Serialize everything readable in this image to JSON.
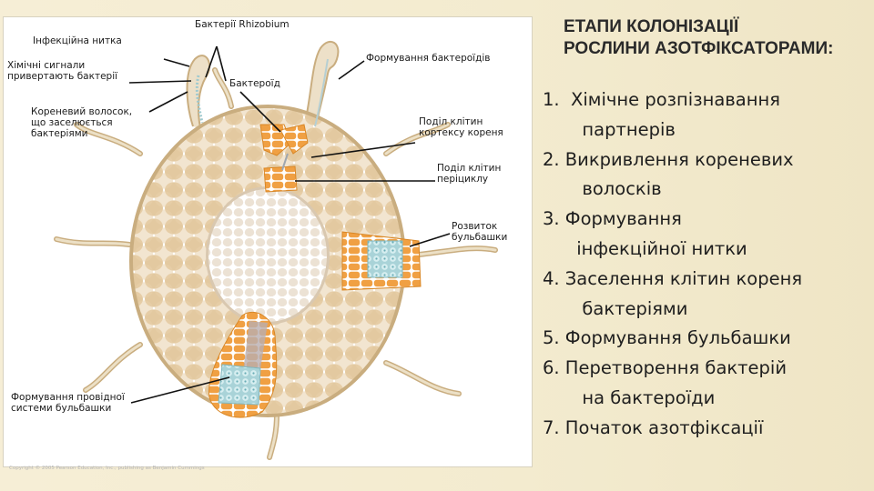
{
  "diagram": {
    "labels": {
      "infection_thread": "Інфекційна нитка",
      "rhizobium": "Бактерії Rhizobium",
      "chemical_signals": "Хімічні сигнали\nпривертають бактерії",
      "bacteroids": "Бактероїд",
      "bacteroid_formation": "Формування бактероїдів",
      "root_hair": "Кореневий волосок,\nщо заселюється\nбактеріями",
      "cortex_division": "Поділ клітин\nкортексу кореня",
      "pericycle_division": "Поділ клітин\nперіциклу",
      "nodule_development": "Розвиток\nбульбашки",
      "vascular_formation": "Формування провідної\nсистеми бульбашки"
    },
    "copyright": "Copyright © 2005 Pearson Education, Inc., publishing as Benjamin Cummings",
    "colors": {
      "cell": "#e6cfa9",
      "cell_border": "#ffffff",
      "central_cylinder": "#efe7dc",
      "orange_tissue": "#ef9a3a",
      "bacteria_cells": "#b8dbe0"
    }
  },
  "panel": {
    "title": "ЕТАПИ КОЛОНІЗАЦІЇ\nРОСЛИНИ АЗОТФІКСАТОРАМИ:",
    "steps": [
      "1.  Хімічне розпізнавання\n       партнерів",
      "2. Викривлення кореневих\n       волосків",
      "3. Формування\n      інфекційної нитки",
      "4. Заселення клітин кореня\n       бактеріями",
      "5. Формування бульбашки",
      "6. Перетворення бактерій\n       на бактероїди",
      "7. Початок азотфіксації"
    ]
  }
}
